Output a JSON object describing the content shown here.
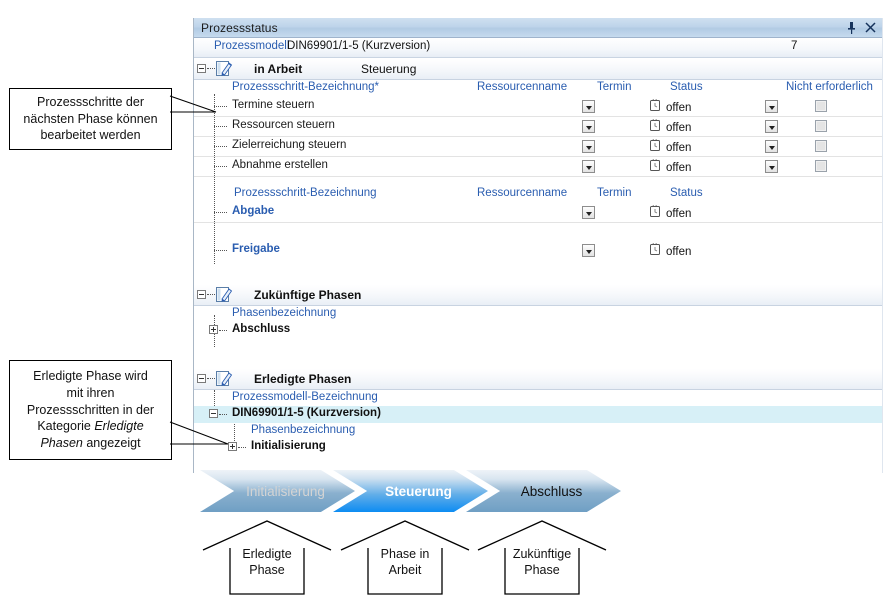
{
  "window": {
    "title": "Prozessstatus",
    "pin_icon": "pin-icon",
    "close_icon": "close-icon"
  },
  "model_row": {
    "label": "Prozessmodell",
    "value": "DIN69901/1-5 (Kurzversion)",
    "number": "7"
  },
  "groups": {
    "in_arbeit": {
      "title": "in Arbeit",
      "subtitle": "Steuerung",
      "icon": "document-pen-icon",
      "columns_primary": {
        "name": "Prozessschritt-Bezeichnung*",
        "resource": "Ressourcenname",
        "termin": "Termin",
        "status": "Status",
        "nicht_erforderlich": "Nicht erforderlich"
      },
      "columns_secondary": {
        "name": "Prozessschritt-Bezeichnung",
        "resource": "Ressourcenname",
        "termin": "Termin",
        "status": "Status"
      },
      "rows": [
        {
          "name": "Termine steuern",
          "style": "dark",
          "status": "offen",
          "termin_dropdown": true,
          "status_dropdown": true,
          "checkbox": true
        },
        {
          "name": "Ressourcen steuern",
          "style": "dark",
          "status": "offen",
          "termin_dropdown": true,
          "status_dropdown": true,
          "checkbox": true
        },
        {
          "name": "Zielerreichung steuern",
          "style": "dark",
          "status": "offen",
          "termin_dropdown": true,
          "status_dropdown": true,
          "checkbox": true
        },
        {
          "name": "Abnahme erstellen",
          "style": "dark",
          "status": "offen",
          "termin_dropdown": true,
          "status_dropdown": true,
          "checkbox": true
        }
      ],
      "rows_secondary": [
        {
          "name": "Abgabe",
          "style": "link",
          "status": "offen",
          "termin_dropdown": true,
          "status_dropdown": false,
          "checkbox": false
        }
      ],
      "rows_tertiary": [
        {
          "name": "Freigabe",
          "style": "link",
          "status": "offen",
          "termin_dropdown": true,
          "status_dropdown": false,
          "checkbox": false
        }
      ]
    },
    "zukuenftige": {
      "title": "Zukünftige Phasen",
      "icon": "document-pen-icon",
      "column_label": "Phasenbezeichnung",
      "items": [
        {
          "label": "Abschluss",
          "expanded": false
        }
      ]
    },
    "erledigte": {
      "title": "Erledigte Phasen",
      "icon": "document-pen-icon",
      "column_label_model": "Prozessmodell-Bezeichnung",
      "model": {
        "label": "DIN69901/1-5 (Kurzversion)",
        "expanded": true,
        "highlighted": true
      },
      "column_label_phase": "Phasenbezeichnung",
      "items": [
        {
          "label": "Initialisierung",
          "expanded": false
        }
      ]
    }
  },
  "status_icon": "clock-icon",
  "phases": [
    {
      "label": "Initialisierung",
      "state": "done"
    },
    {
      "label": "Steuerung",
      "state": "active"
    },
    {
      "label": "Abschluss",
      "state": "future"
    }
  ],
  "annotations": {
    "left_top": "Prozessschritte der nächsten Phase können bearbeitet werden",
    "left_bottom_parts": {
      "l1": "Erledigte Phase wird",
      "l2": "mit ihren",
      "l3": "Prozessschritten in der",
      "l4_pre": "Kategorie ",
      "l4_em": "Erledigte",
      "l5_em": "Phasen",
      "l5_post": " angezeigt"
    },
    "bottom": [
      {
        "l1": "Erledigte",
        "l2": "Phase"
      },
      {
        "l1": "Phase in",
        "l2": "Arbeit"
      },
      {
        "l1": "Zukünftige",
        "l2": "Phase"
      }
    ]
  },
  "colors": {
    "link_blue": "#2a5db0",
    "active_phase_blue": "#0d8cf2",
    "inactive_phase_blue": "#6f9fc4",
    "highlight_row": "#d7f0f7"
  }
}
